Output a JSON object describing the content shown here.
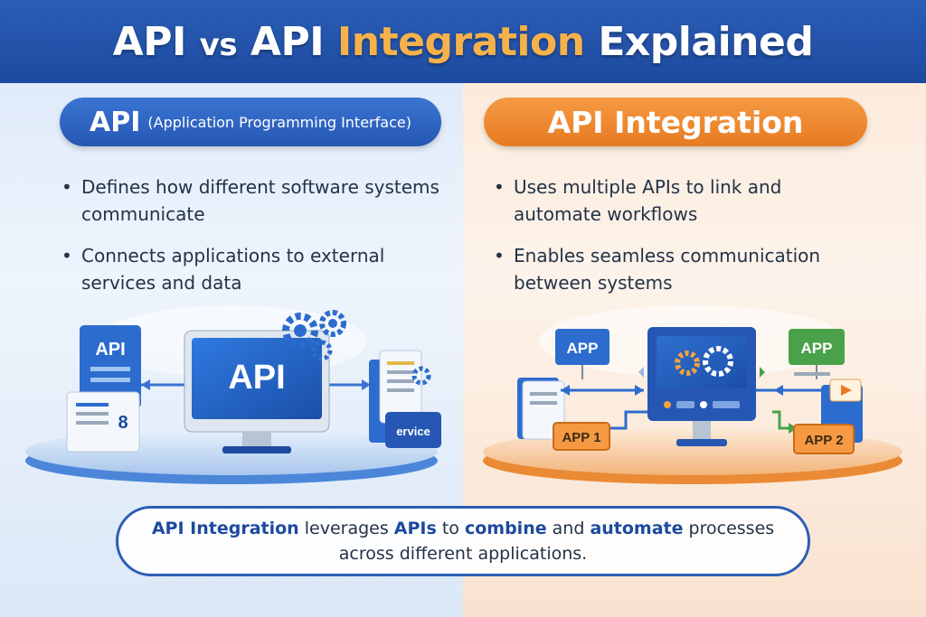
{
  "title": {
    "part1": "API",
    "vs": "vs",
    "part2": "API",
    "highlight": "Integration",
    "part3": "Explained"
  },
  "left_panel": {
    "pill_big": "API",
    "pill_small": "(Application Programming Interface)",
    "bullets": [
      "Defines how different software systems communicate",
      "Connects applications to external services and data"
    ],
    "illustration": {
      "doc_label": "API",
      "screen_label": "API",
      "service_label": "ervice"
    }
  },
  "right_panel": {
    "pill_big": "API Integration",
    "bullets": [
      "Uses multiple APIs to link and automate workflows",
      "Enables seamless communication between systems"
    ],
    "illustration": {
      "app_left": "APP",
      "app_right": "APP",
      "app1": "APP 1",
      "app2": "APP 2"
    }
  },
  "summary": {
    "s1": "API Integration",
    "s2": " leverages ",
    "s3": "APIs",
    "s4": " to ",
    "s5": "combine",
    "s6": " and ",
    "s7": "automate",
    "s8": " processes across different applications."
  },
  "colors": {
    "blue_primary": "#2b5eb6",
    "orange_primary": "#ef8a2f",
    "title_highlight": "#f6b24a",
    "text_dark": "#233247"
  }
}
